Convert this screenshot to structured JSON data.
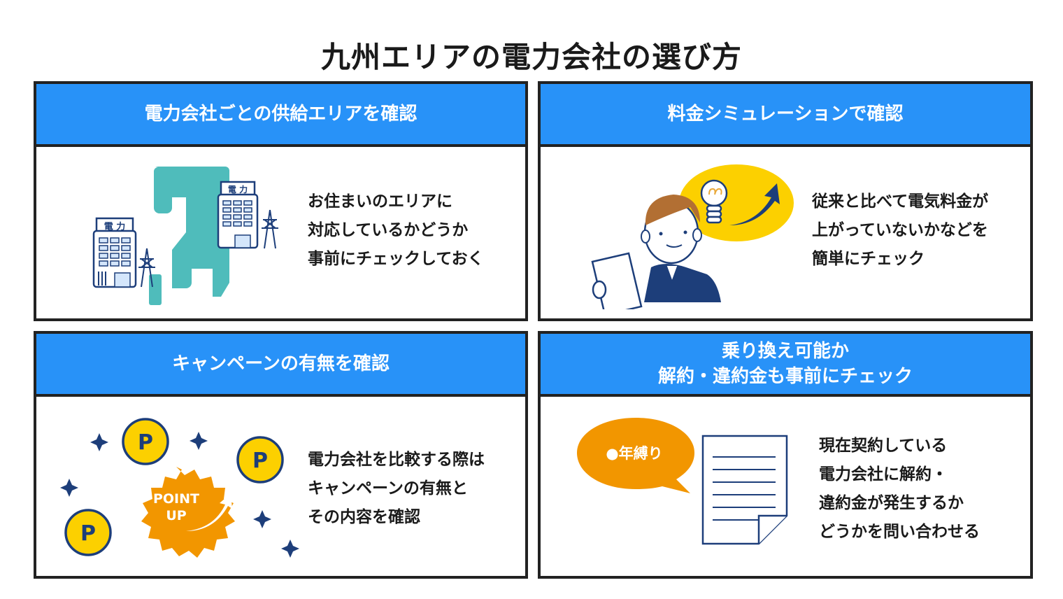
{
  "page": {
    "title": "九州エリアの電力会社の選び方"
  },
  "colors": {
    "header_blue": "#2892f8",
    "border": "#222222",
    "teal": "#4fbcbb",
    "navy": "#1d3e7a",
    "yellow": "#fcd000",
    "orange": "#f29600",
    "hair": "#b26f33"
  },
  "panels": [
    {
      "heading": "電力会社ごとの供給エリアを確認",
      "lines": [
        "お住まいのエリアに",
        "対応しているかどうか",
        "事前にチェックしておく"
      ],
      "illustration": {
        "building_label": "電 力"
      }
    },
    {
      "heading": "料金シミュレーションで確認",
      "lines": [
        "従来と比べて電気料金が",
        "上がっていないかなどを",
        "簡単にチェック"
      ]
    },
    {
      "heading": "キャンペーンの有無を確認",
      "lines": [
        "電力会社を比較する際は",
        "キャンペーンの有無と",
        "その内容を確認"
      ],
      "illustration": {
        "coin_letter": "P",
        "badge_line1": "POINT",
        "badge_line2": "UP"
      }
    },
    {
      "heading_line1": "乗り換え可能か",
      "heading_line2": "解約・違約金も事前にチェック",
      "lines": [
        "現在契約している",
        "電力会社に解約・",
        "違約金が発生するか",
        "どうかを問い合わせる"
      ],
      "illustration": {
        "bubble_text": "●年縛り"
      }
    }
  ]
}
